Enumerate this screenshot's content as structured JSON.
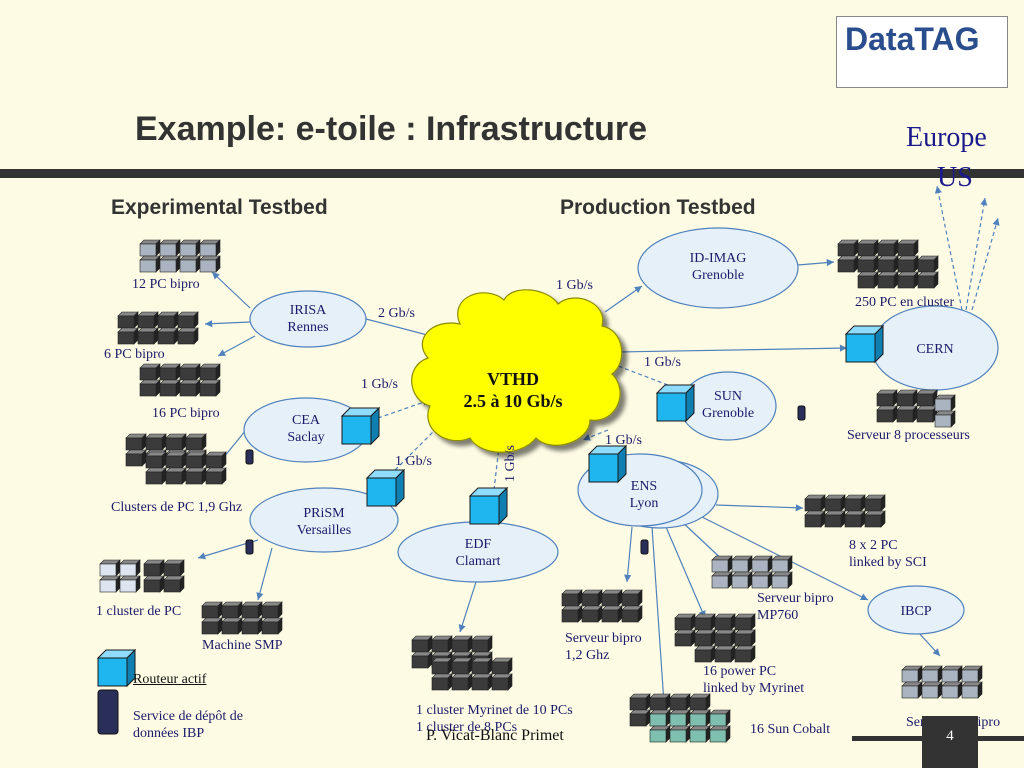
{
  "logo": {
    "text": "DataTAG"
  },
  "title": "Example: e-toile : Infrastructure",
  "sections": {
    "experimental": "Experimental Testbed",
    "production": "Production Testbed"
  },
  "top_right": {
    "europe": "Europe",
    "us": "US"
  },
  "nodes": {
    "irisa": {
      "line1": "IRISA",
      "line2": "Rennes"
    },
    "cea": {
      "line1": "CEA",
      "line2": "Saclay"
    },
    "prism": {
      "line1": "PRiSM",
      "line2": "Versailles"
    },
    "edf": {
      "line1": "EDF",
      "line2": "Clamart"
    },
    "vthd": {
      "line1": "VTHD",
      "line2": "2.5 à 10 Gb/s"
    },
    "idimag": {
      "line1": "ID-IMAG",
      "line2": "Grenoble"
    },
    "sun": {
      "line1": "SUN",
      "line2": "Grenoble"
    },
    "cern": {
      "line1": "CERN"
    },
    "ens": {
      "line1": "ENS",
      "line2": "Lyon"
    },
    "ibcp": {
      "line1": "IBCP"
    }
  },
  "links": {
    "irisa_vthd": "2 Gb/s",
    "idimag_vthd": "1 Gb/s",
    "cern_vthd": "1 Gb/s",
    "cea_vthd": "1 Gb/s",
    "prism_vthd": "1 Gb/s",
    "edf_vthd": "1 Gb/s",
    "ens_vthd": "1 Gb/s"
  },
  "labels": {
    "pc12": "12 PC bipro",
    "pc6": "6 PC bipro",
    "pc16": "16 PC bipro",
    "clusters": "Clusters de PC 1,9 Ghz",
    "cluster1": "1 cluster de PC",
    "smp": "Machine SMP",
    "routeur": "Routeur actif",
    "service_l1": "Service de dépôt de",
    "service_l2": "données  IBP",
    "myrinet_l1": "1 cluster Myrinet de 10 PCs",
    "myrinet_l2": "1 cluster de 8 PCs",
    "author": "P. Vicat-Blanc Primet",
    "pc250": "250 PC en cluster",
    "serveur8": "Serveur 8 processeurs",
    "sci_l1": "8 x 2 PC",
    "sci_l2": "linked by SCI",
    "mp760_l1": "Serveur bipro",
    "mp760_l2": "MP760",
    "bipro12_l1": "Serveur bipro",
    "bipro12_l2": "1,2 Ghz",
    "power_l1": "16 power PC",
    "power_l2": "linked by Myrinet",
    "suncobalt": "16 Sun Cobalt",
    "serveur3": "Serveur 3* bipro"
  },
  "page_number": "4",
  "colors": {
    "background": "#fdfbe3",
    "ellipse": "#e6f0f8",
    "cloud": "#ffff00",
    "router": "#1fb5ef",
    "link": "#4f81bd",
    "dark_pc": "#3b3b3b",
    "light_pc": "#aab4c0"
  }
}
